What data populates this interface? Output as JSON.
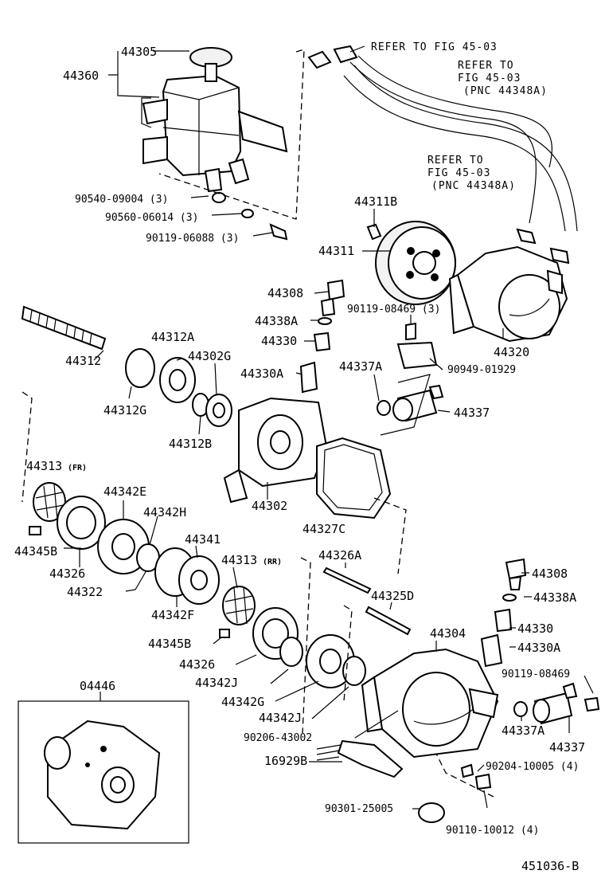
{
  "labels": {
    "p44305": "44305",
    "p44360": "44360",
    "p90540": "90540-09004 (3)",
    "p90560": "90560-06014 (3)",
    "p90119_06088": "90119-06088 (3)",
    "ref1": "REFER TO FIG 45-03",
    "ref2_l1": "REFER TO",
    "ref2_l2": "FIG 45-03",
    "ref2_l3": "(PNC 44348A)",
    "ref3_l1": "REFER TO",
    "ref3_l2": "FIG 45-03",
    "ref3_l3": "(PNC 44348A)",
    "p44311B": "44311B",
    "p44311": "44311",
    "p44308a": "44308",
    "p90119_08469a": "90119-08469 (3)",
    "p44338Aa": "44338A",
    "p44330a": "44330",
    "p44330Aa": "44330A",
    "p44320": "44320",
    "p90949": "90949-01929",
    "p44312": "44312",
    "p44312A": "44312A",
    "p44302G": "44302G",
    "p44337Aa": "44337A",
    "p44337a": "44337",
    "p44312G": "44312G",
    "p44312B": "44312B",
    "p44313fr": "44313",
    "fr": "(FR)",
    "p44342E": "44342E",
    "p44342H": "44342H",
    "p44302": "44302",
    "p44327C": "44327C",
    "p44345Ba": "44345B",
    "p44326a": "44326",
    "p44341": "44341",
    "p44313rr": "44313",
    "rr": "(RR)",
    "p44326A": "44326A",
    "p44322": "44322",
    "p44342F": "44342F",
    "p44325D": "44325D",
    "p44308b": "44308",
    "p44338Ab": "44338A",
    "p44304": "44304",
    "p44330b": "44330",
    "p44345Bb": "44345B",
    "p44330Ab": "44330A",
    "p44326b": "44326",
    "p90119_08469b": "90119-08469",
    "p44342J1": "44342J",
    "p04446": "04446",
    "p44342G": "44342G",
    "p44337Ab": "44337A",
    "p44337b": "44337",
    "p44342J2": "44342J",
    "p90206": "90206-43002",
    "p16929B": "16929B",
    "p90204": "90204-10005 (4)",
    "p90301": "90301-25005",
    "p90110": "90110-10012 (4)",
    "figure_id": "451036-B"
  }
}
